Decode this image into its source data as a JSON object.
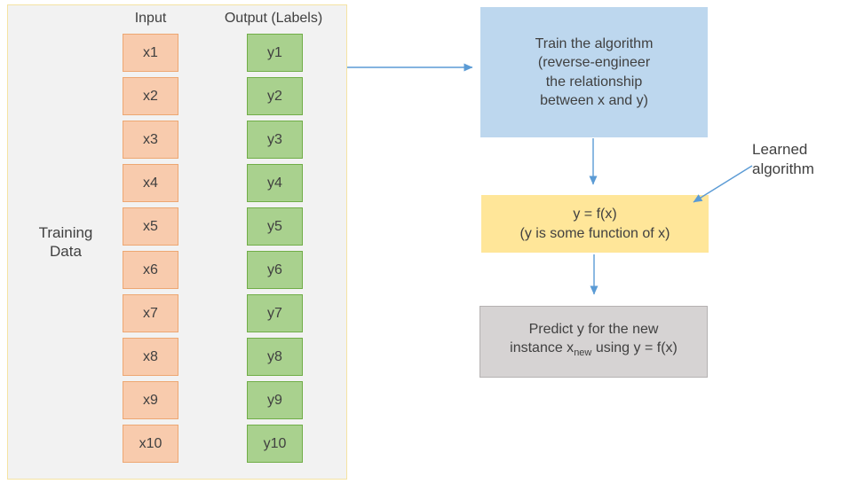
{
  "colors": {
    "text": "#404040",
    "panel-fill": "#f2f2f2",
    "panel-border": "#f5e3a3",
    "input-fill": "#f8cbad",
    "input-border": "#eda772",
    "output-fill": "#a9d18e",
    "output-border": "#70ad47",
    "train-fill": "#bdd7ee",
    "function-fill": "#ffe699",
    "predict-fill": "#d6d3d3",
    "predict-border": "#b5b2b2",
    "arrow": "#5b9bd5"
  },
  "panel": {
    "label_lines": [
      "Training",
      "Data"
    ],
    "input_header": "Input",
    "output_header": "Output (Labels)",
    "inputs": [
      "x1",
      "x2",
      "x3",
      "x4",
      "x5",
      "x6",
      "x7",
      "x8",
      "x9",
      "x10"
    ],
    "outputs": [
      "y1",
      "y2",
      "y3",
      "y4",
      "y5",
      "y6",
      "y7",
      "y8",
      "y9",
      "y10"
    ]
  },
  "flow": {
    "train_box": {
      "lines": [
        "Train the algorithm",
        "(reverse-engineer",
        "the relationship",
        "between x and y)"
      ]
    },
    "function_box": {
      "lines": [
        "y = f(x)",
        "(y is some function of x)"
      ]
    },
    "predict_box": {
      "line1": "Predict y for the new",
      "line2_pre": "instance x",
      "line2_sub": "new",
      "line2_post": " using y = f(x)"
    },
    "learned_label_lines": [
      "Learned",
      "algorithm"
    ]
  }
}
